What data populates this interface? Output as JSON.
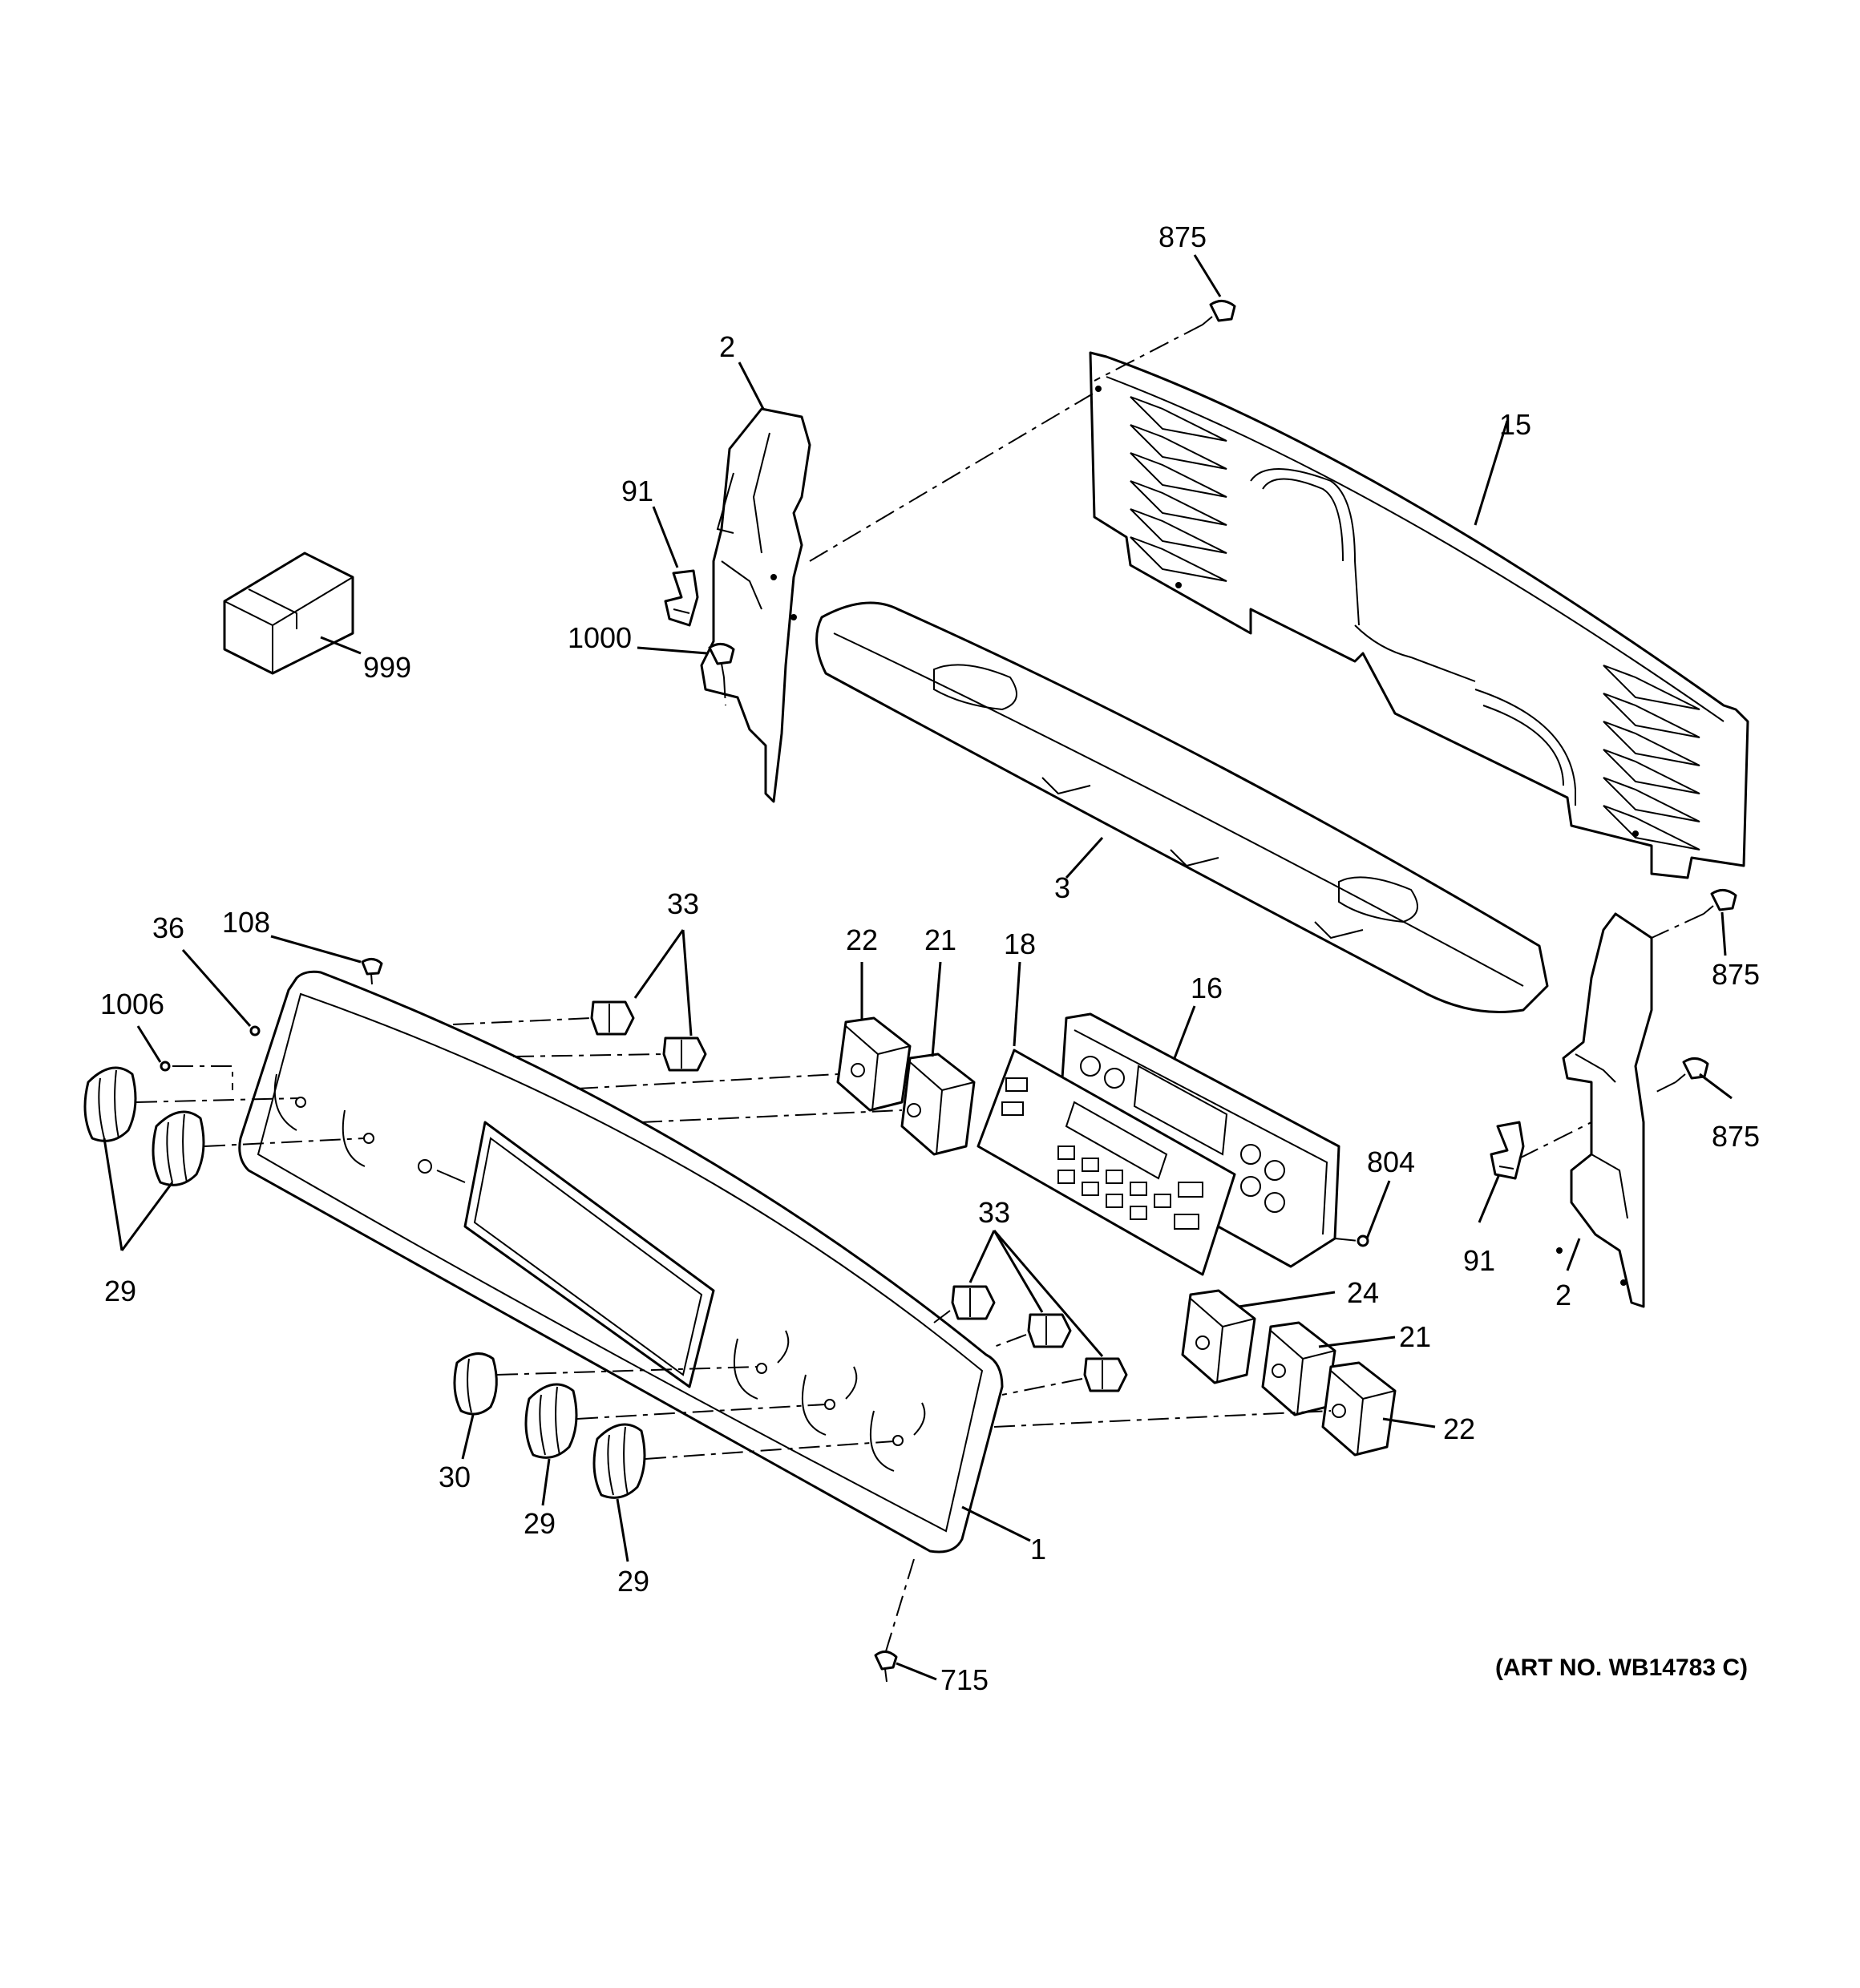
{
  "diagram": {
    "art_number": "(ART NO. WB14783 C)",
    "callouts": [
      {
        "id": "c-875-top",
        "label": "875"
      },
      {
        "id": "c-2-left",
        "label": "2"
      },
      {
        "id": "c-15",
        "label": "15"
      },
      {
        "id": "c-91-left",
        "label": "91"
      },
      {
        "id": "c-999",
        "label": "999"
      },
      {
        "id": "c-1000",
        "label": "1000"
      },
      {
        "id": "c-3",
        "label": "3"
      },
      {
        "id": "c-36",
        "label": "36"
      },
      {
        "id": "c-108",
        "label": "108"
      },
      {
        "id": "c-33-top",
        "label": "33"
      },
      {
        "id": "c-22-top",
        "label": "22"
      },
      {
        "id": "c-21-top",
        "label": "21"
      },
      {
        "id": "c-18",
        "label": "18"
      },
      {
        "id": "c-16",
        "label": "16"
      },
      {
        "id": "c-875-mid",
        "label": "875"
      },
      {
        "id": "c-1006",
        "label": "1006"
      },
      {
        "id": "c-875-low",
        "label": "875"
      },
      {
        "id": "c-804",
        "label": "804"
      },
      {
        "id": "c-91-right",
        "label": "91"
      },
      {
        "id": "c-29-left",
        "label": "29"
      },
      {
        "id": "c-33-bottom",
        "label": "33"
      },
      {
        "id": "c-24",
        "label": "24"
      },
      {
        "id": "c-2-right",
        "label": "2"
      },
      {
        "id": "c-21-bottom",
        "label": "21"
      },
      {
        "id": "c-22-bottom",
        "label": "22"
      },
      {
        "id": "c-30",
        "label": "30"
      },
      {
        "id": "c-29-mid",
        "label": "29"
      },
      {
        "id": "c-1",
        "label": "1"
      },
      {
        "id": "c-29-bottom",
        "label": "29"
      },
      {
        "id": "c-715",
        "label": "715"
      }
    ]
  }
}
